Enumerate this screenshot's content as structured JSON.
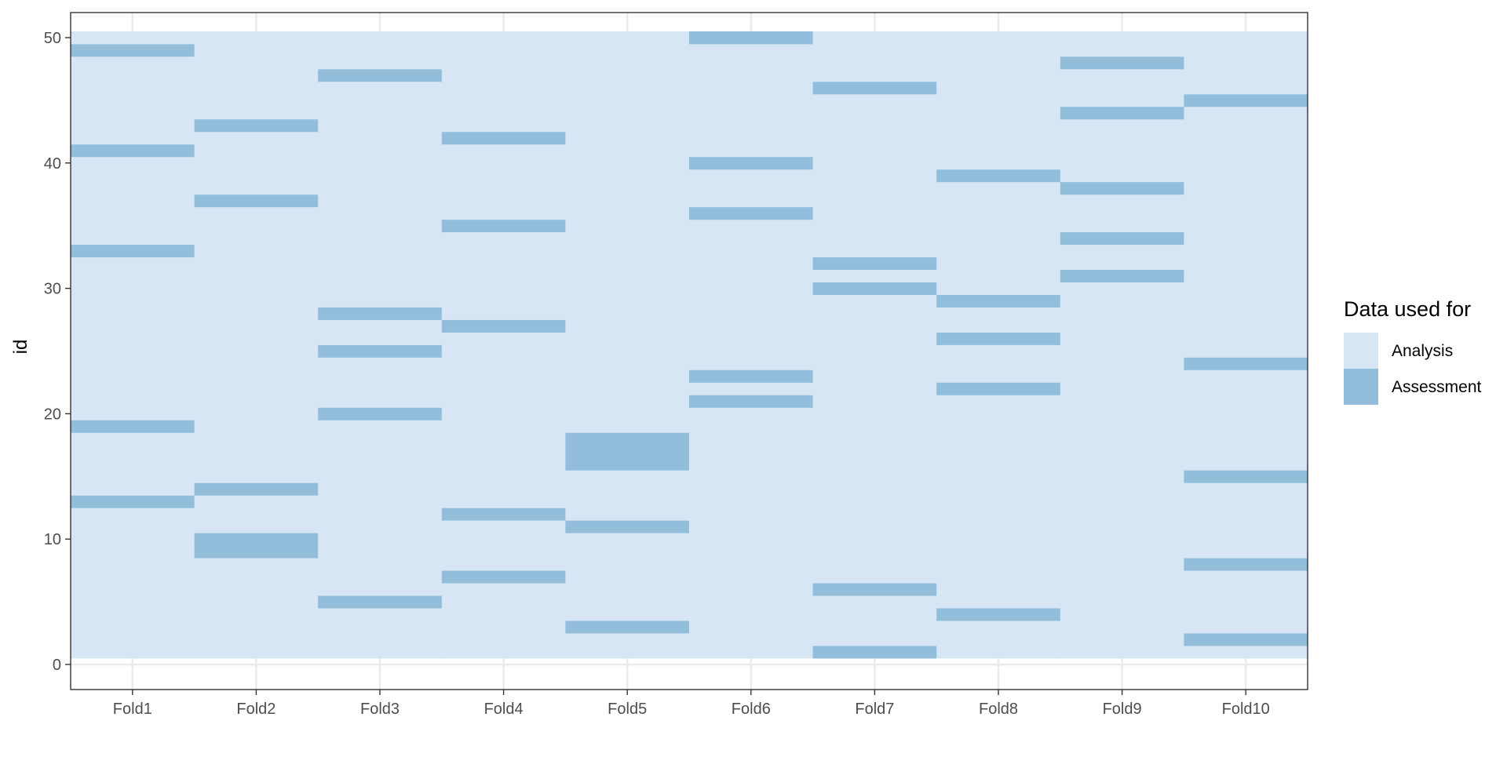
{
  "chart_data": {
    "type": "heatmap",
    "title": "",
    "xlabel": "",
    "ylabel": "id",
    "categories": [
      "Fold1",
      "Fold2",
      "Fold3",
      "Fold4",
      "Fold5",
      "Fold6",
      "Fold7",
      "Fold8",
      "Fold9",
      "Fold10"
    ],
    "id_range": [
      1,
      50
    ],
    "ylim": [
      -2,
      52
    ],
    "yticks": [
      0,
      10,
      20,
      30,
      40,
      50
    ],
    "grid": true,
    "legend": {
      "title": "Data used for",
      "placement": "right",
      "entries": [
        {
          "label": "Analysis",
          "color": "#d7e6f5"
        },
        {
          "label": "Assessment",
          "color": "#92bedb"
        }
      ]
    },
    "assessment_ids": [
      [
        13,
        19,
        33,
        41,
        49
      ],
      [
        9,
        10,
        14,
        37,
        43
      ],
      [
        5,
        20,
        25,
        28,
        47
      ],
      [
        7,
        12,
        27,
        35,
        42
      ],
      [
        3,
        11,
        16,
        17,
        18
      ],
      [
        21,
        23,
        36,
        40,
        50
      ],
      [
        1,
        6,
        30,
        32,
        46
      ],
      [
        4,
        22,
        26,
        29,
        39
      ],
      [
        31,
        34,
        38,
        44,
        48
      ],
      [
        2,
        8,
        15,
        24,
        45
      ]
    ]
  }
}
